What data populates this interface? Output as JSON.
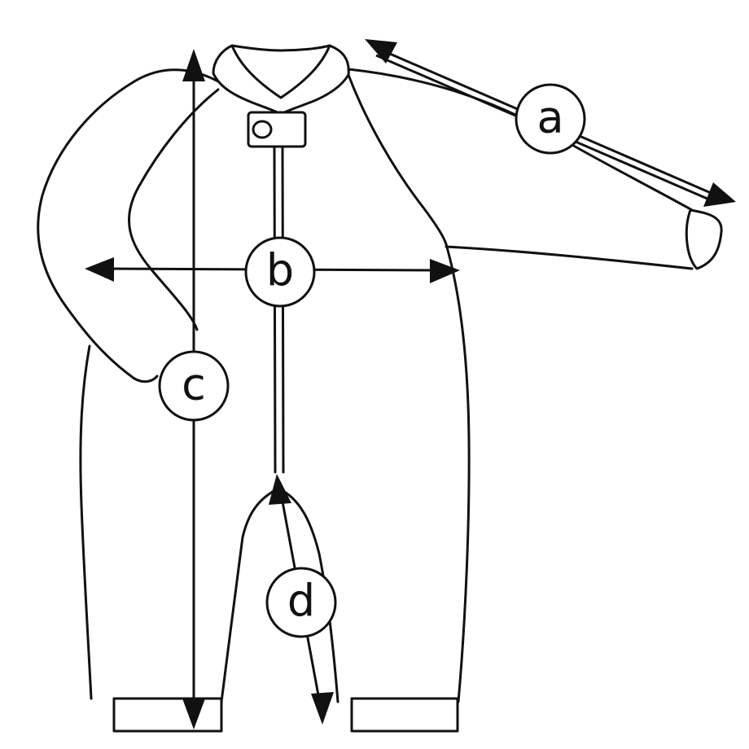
{
  "labels": {
    "a": "a",
    "b": "b",
    "c": "c",
    "d": "d"
  },
  "colors": {
    "stroke": "#111111",
    "background": "#ffffff"
  }
}
